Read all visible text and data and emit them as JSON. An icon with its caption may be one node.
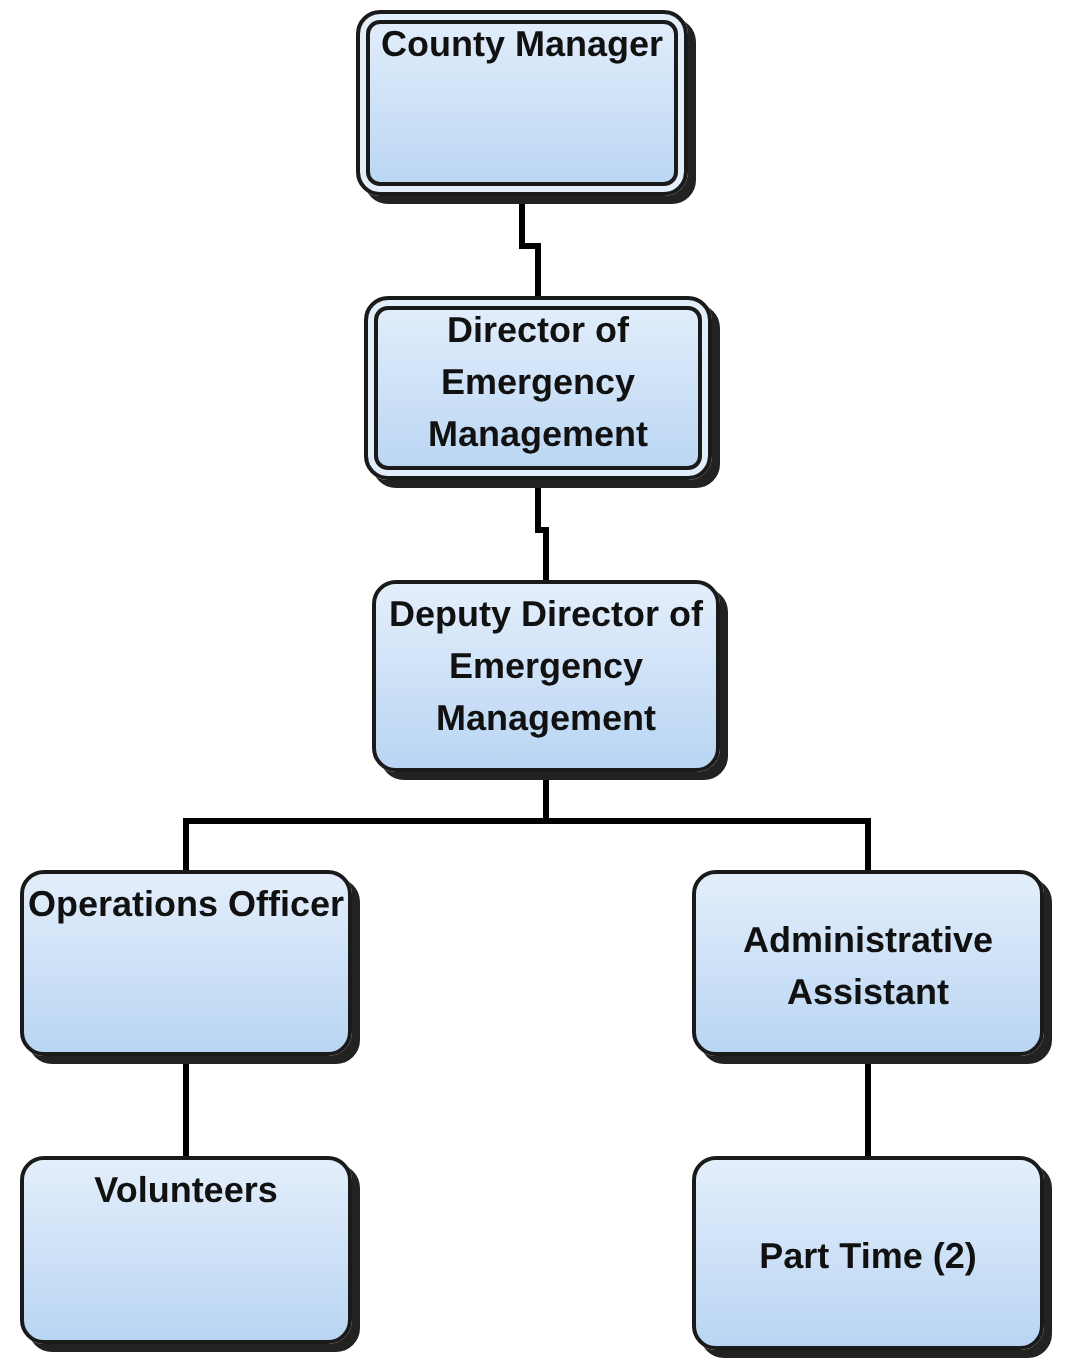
{
  "diagram": {
    "nodes": [
      {
        "text": [
          "County Manager"
        ]
      },
      {
        "text": [
          "Director of Emergency Management"
        ]
      },
      {
        "text": [
          "Deputy Director of Emergency Management"
        ]
      },
      {
        "text": [
          "Operations Officer"
        ]
      },
      {
        "text": [
          "Administrative Assistant"
        ]
      },
      {
        "text": [
          "Volunteers"
        ]
      },
      {
        "text": [
          "Part Time (2)"
        ]
      }
    ],
    "edges": [
      {
        "from": 0,
        "to": 1,
        "arrow": "none"
      },
      {
        "from": 1,
        "to": 2,
        "arrow": "none"
      },
      {
        "from": 2,
        "to": 3,
        "arrow": "none"
      },
      {
        "from": 2,
        "to": 4,
        "arrow": "none"
      },
      {
        "from": 3,
        "to": 5,
        "arrow": "none"
      },
      {
        "from": 4,
        "to": 6,
        "arrow": "none"
      }
    ]
  }
}
